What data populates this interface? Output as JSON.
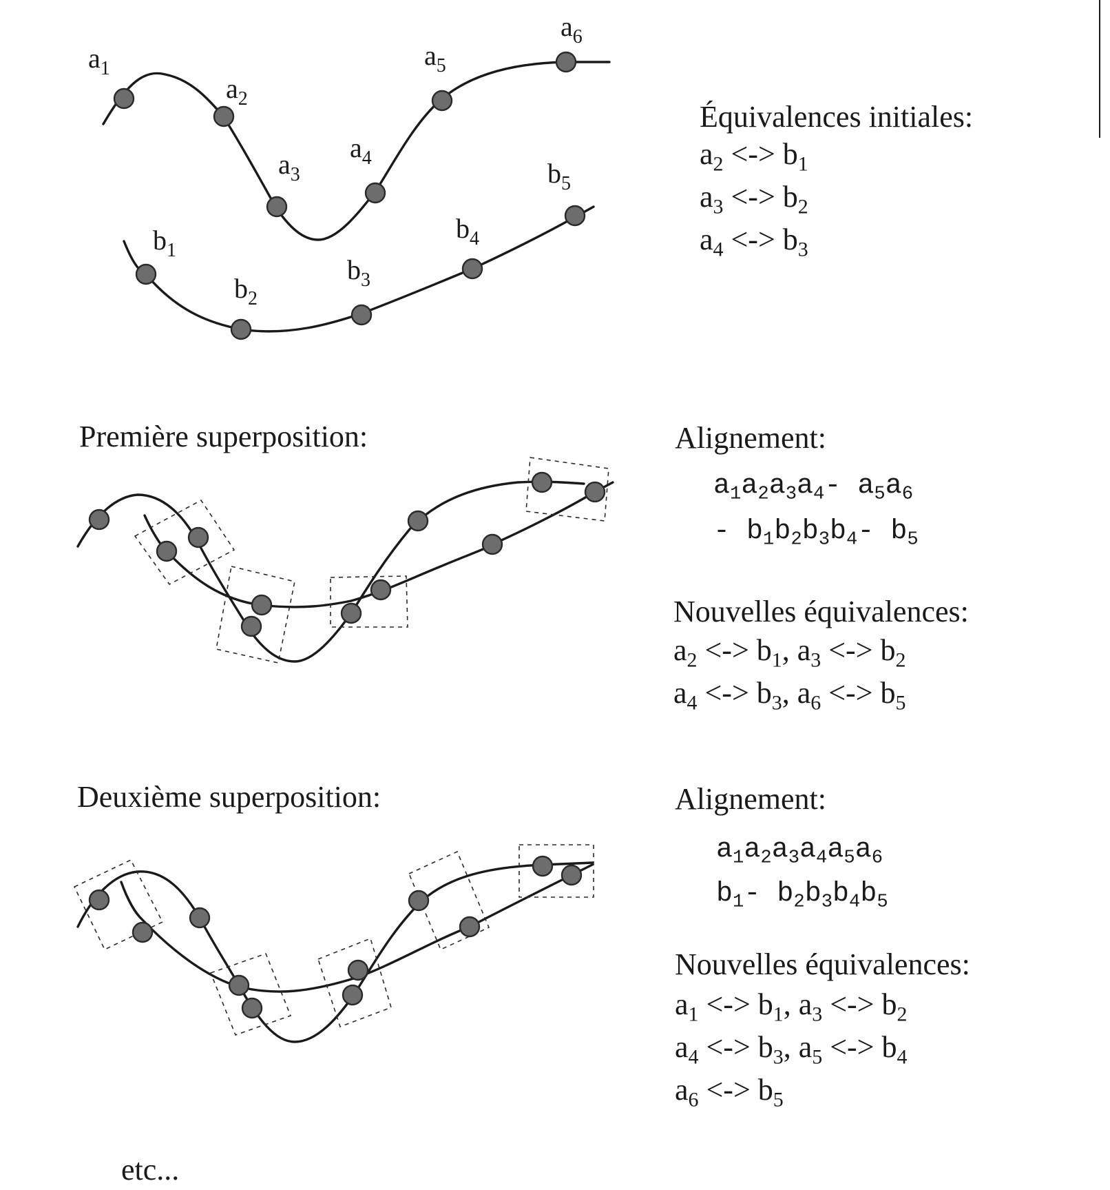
{
  "labels_a": [
    "a1",
    "a2",
    "a3",
    "a4",
    "a5",
    "a6"
  ],
  "labels_b": [
    "b1",
    "b2",
    "b3",
    "b4",
    "b5"
  ],
  "initial_title": "Équivalences initiales:",
  "initial_equivalences": [
    "a2 <-> b1",
    "a3 <-> b2",
    "a4 <-> b3"
  ],
  "first": {
    "heading": "Première superposition:",
    "alignment_title": "Alignement:",
    "alignment_rows": [
      "a1a2a3a4- a5a6",
      "- b1b2b3b4- b5"
    ],
    "new_title": "Nouvelles équivalences:",
    "new_lines": [
      "a2 <-> b1, a3 <-> b2",
      "a4 <-> b3, a6 <-> b5"
    ]
  },
  "second": {
    "heading": "Deuxième superposition:",
    "alignment_title": "Alignement:",
    "alignment_rows": [
      "a1a2a3a4a5a6",
      "b1- b2b3b4b5"
    ],
    "new_title": "Nouvelles équivalences:",
    "new_lines": [
      "a1 <-> b1, a3 <-> b2",
      "a4 <-> b3, a5 <-> b4",
      "a6 <-> b5"
    ]
  },
  "footer": "etc..."
}
